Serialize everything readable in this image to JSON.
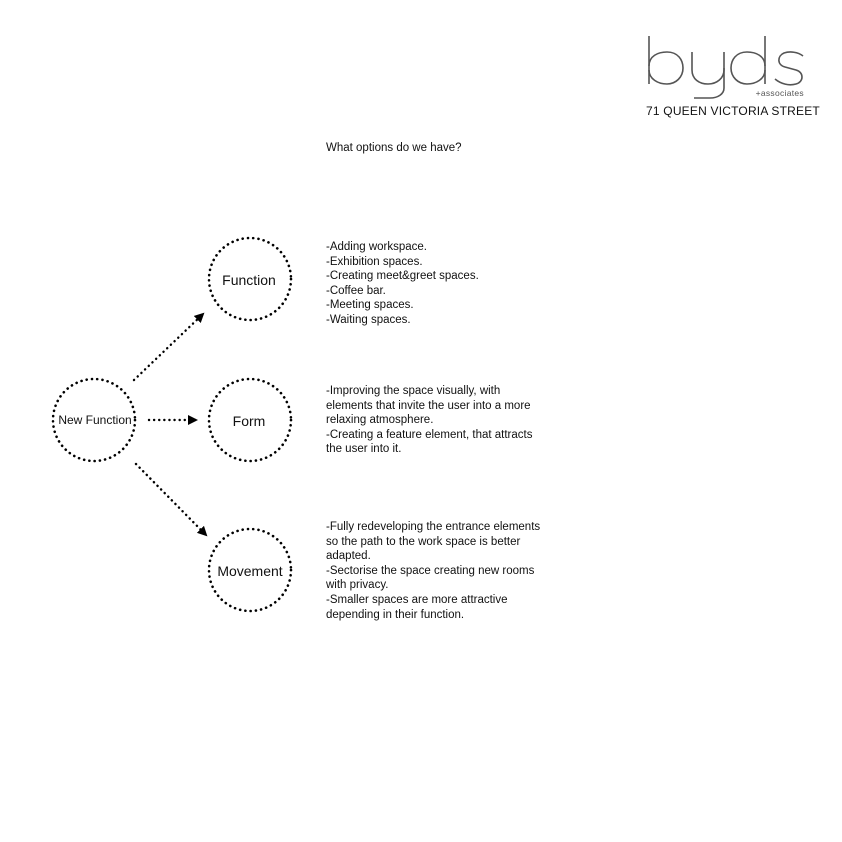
{
  "logo": {
    "brand": "byds",
    "tagline": "+associates"
  },
  "address": "71 QUEEN VICTORIA STREET",
  "question": "What options do we have?",
  "nodes": {
    "root": "New Function",
    "function": "Function",
    "form": "Form",
    "movement": "Movement"
  },
  "descriptions": {
    "function": [
      "-Adding workspace.",
      "-Exhibition spaces.",
      "-Creating meet&greet spaces.",
      "-Coffee bar.",
      "-Meeting spaces.",
      "-Waiting spaces."
    ],
    "form": [
      "-Improving the space visually, with elements that invite the user into a more relaxing atmosphere.",
      "-Creating a feature element, that attracts the user into it."
    ],
    "movement": [
      "-Fully redeveloping the entrance elements so the path to the work space is better adapted.",
      "-Sectorise the space creating new rooms with privacy.",
      "-Smaller spaces are more attractive depending in their function."
    ]
  }
}
